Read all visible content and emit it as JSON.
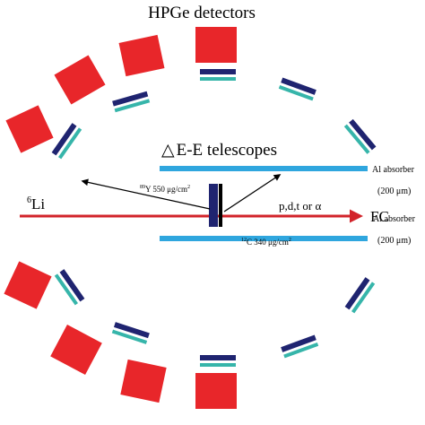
{
  "title": "HPGe detectors",
  "telescope_label": "E-E telescopes",
  "telescope_label_delta": "△",
  "beam": {
    "particle_sup": "6",
    "particle": "Li",
    "end_label": "FC"
  },
  "targets": {
    "y_sup": "89",
    "y_text": "Y 550 μg/cm",
    "y_unit_sup": "2",
    "c_sup": "12",
    "c_text": "C 340 μg/cm",
    "c_unit_sup": "2"
  },
  "ejectiles": "p,d,t or α",
  "absorbers": {
    "top_label": "Al absorber",
    "top_thickness": "(200 μm)",
    "bottom_label": "Al absorber",
    "bottom_thickness": "(200 μm)"
  },
  "colors": {
    "hpge_red": "#e8262a",
    "telescope_navy": "#1f2470",
    "telescope_teal": "#36b5aa",
    "absorber_cyan": "#2fa6de",
    "beam_red": "#d2232a",
    "target_navy": "#1f2470",
    "target_black": "#000000"
  }
}
